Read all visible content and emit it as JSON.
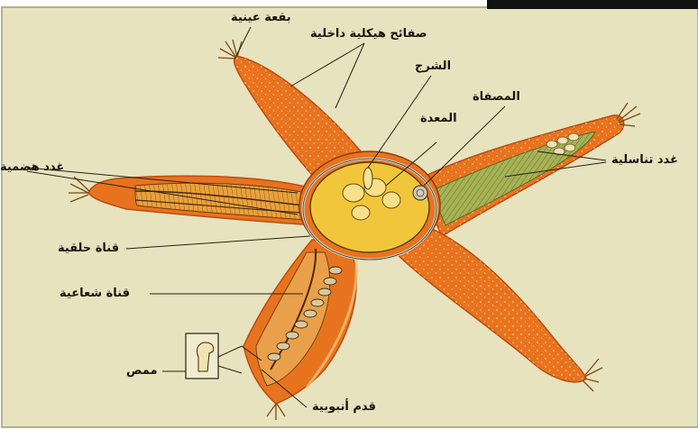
{
  "labels": {
    "eye_spot": "بقعة عينية",
    "skeletal_plates": "صفائح هيكلية داخلية",
    "anus": "الشرج",
    "madreporite": "المصفاة",
    "stomach": "المعدة",
    "digestive_glands": "غدد هضمية",
    "gonads": "غدد تناسلية",
    "ring_canal": "قناة حلقية",
    "radial_canal": "قناة شعاعية",
    "sucker": "ممص",
    "tube_foot": "قدم أنبوبية"
  },
  "colors": {
    "background": "#e7e3bf",
    "body": "#e8731e",
    "body_dark": "#c4561a",
    "disc": "#f2c63a",
    "gonad": "#a6b256",
    "line": "#2a1f12"
  }
}
